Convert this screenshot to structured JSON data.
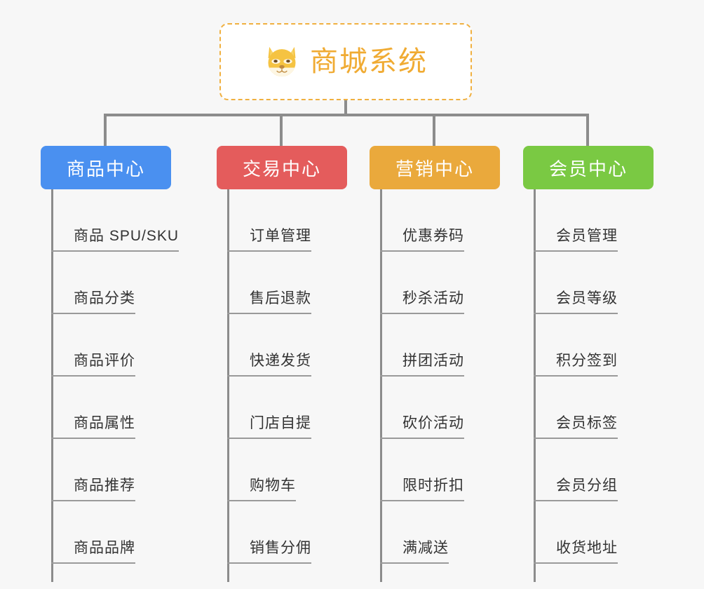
{
  "background_color": "#f7f7f7",
  "root": {
    "icon": "shiba-dog-face-icon",
    "title": "商城系统",
    "title_color": "#f0ab33",
    "border_color": "#f0b040"
  },
  "connector_color": "#8c8c8c",
  "columns": [
    {
      "id": "product-center",
      "label": "商品中心",
      "color": "#4a90f0",
      "items": [
        "商品 SPU/SKU",
        "商品分类",
        "商品评价",
        "商品属性",
        "商品推荐",
        "商品品牌"
      ]
    },
    {
      "id": "trade-center",
      "label": "交易中心",
      "color": "#e45c5c",
      "items": [
        "订单管理",
        "售后退款",
        "快递发货",
        "门店自提",
        "购物车",
        "销售分佣"
      ]
    },
    {
      "id": "marketing-center",
      "label": "营销中心",
      "color": "#eaa93c",
      "items": [
        "优惠券码",
        "秒杀活动",
        "拼团活动",
        "砍价活动",
        "限时折扣",
        "满减送"
      ]
    },
    {
      "id": "member-center",
      "label": "会员中心",
      "color": "#7ac943",
      "items": [
        "会员管理",
        "会员等级",
        "积分签到",
        "会员标签",
        "会员分组",
        "收货地址"
      ]
    }
  ]
}
